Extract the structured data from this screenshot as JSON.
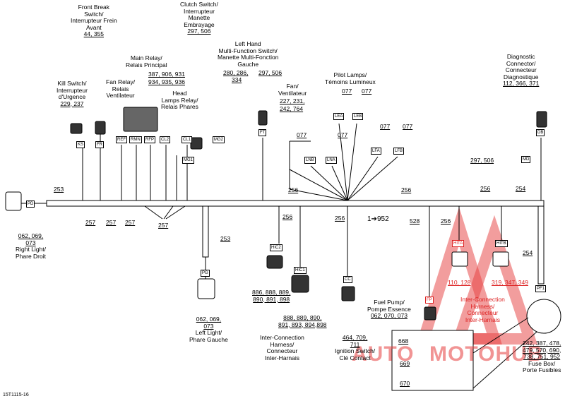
{
  "figure_id": "15T1115-16",
  "watermark": {
    "a": "AUTO",
    "b": "MOTOHUB"
  },
  "arrow_ref": "1➔952",
  "labels": {
    "front_brake": [
      "Front Break",
      "Switch/",
      "Interrupteur Frein",
      "Avant"
    ],
    "front_brake_num": "44, 355",
    "clutch": [
      "Clutch Switch/",
      "Interrupteur",
      "Manette",
      "Embrayage"
    ],
    "clutch_num": "297, 506",
    "left_hand": [
      "Left Hand",
      "Multi-Function Switch/",
      "Manette Multi-Fonction",
      "Gauche"
    ],
    "left_hand_num_a": "280, 286,",
    "left_hand_num_b": "334",
    "left_hand_num_c": "297, 506",
    "main_relay": [
      "Main Relay/",
      "Relais Principal"
    ],
    "main_relay_num_a": "387, 906, 931",
    "main_relay_num_b": "934, 935, 936",
    "fan_relay": [
      "Fan Relay/",
      "Relais",
      "Ventilateur"
    ],
    "head_relay": [
      "Head",
      "Lamps Relay/",
      "Relais Phares"
    ],
    "kill": [
      "Kill Switch/",
      "Interrupteur",
      "d'Urgence"
    ],
    "kill_num": "229, 237",
    "fan": [
      "Fan/",
      "Ventilateur"
    ],
    "fan_num_a": "227, 231,",
    "fan_num_b": "242, 764",
    "pilot": [
      "Pilot Lamps/",
      "Témoins Lumineux"
    ],
    "diag": [
      "Diagnostic",
      "Connector/",
      "Connecteur",
      "Diagnostique"
    ],
    "diag_num": "112, 366, 371",
    "md_num": "297, 506",
    "right_light": [
      "Right Light/",
      "Phare Droit"
    ],
    "right_light_num_a": "062, 069,",
    "right_light_num_b": "073",
    "left_light": [
      "Left Light/",
      "Phare Gauche"
    ],
    "left_light_num_a": "062, 069,",
    "left_light_num_b": "073",
    "hic2_num_a": "886, 888, 889,",
    "hic2_num_b": "890, 891, 898",
    "hic1_num_a": "888, 889, 890,",
    "hic1_num_b": "891, 893, 894,898",
    "inter1": [
      "Inter-Connection",
      "Harness/",
      "Connecteur",
      "Inter-Harnais"
    ],
    "ign_num_a": "464, 709,",
    "ign_num_b": "711",
    "ign": [
      "Ignition Switch/",
      "Clé Contact"
    ],
    "fuel": [
      "Fuel Pump/",
      "Pompe Essence"
    ],
    "fuel_num": "062, 070, 073",
    "inter2": [
      "Inter-Connection",
      "Harness/",
      "Connecteur",
      "Inter-Harnais"
    ],
    "hita_num": "110, 128",
    "hitb_num": "319, 347, 349",
    "fuse": [
      "Fuse Box/",
      "Porte Fusibles"
    ],
    "fuse_num_a": "242, 387, 478,",
    "fuse_num_b": "479, 570, 690,",
    "fuse_num_c": "738, 751, 952"
  },
  "connectors": {
    "PD": "PD",
    "KS": "KS",
    "FR": "FR",
    "REF": "REF",
    "RMN": "RMN",
    "RFP": "RFP",
    "CL2": "CL2",
    "CL1": "CL1",
    "MG1": "MG1",
    "MG2": "MG2",
    "FT": "FT",
    "LEA": "LEA",
    "LEB": "LEB",
    "LNB": "LNB",
    "LNA": "LNA",
    "LFA": "LFA",
    "LFB": "LFB",
    "DB": "DB",
    "MD": "MD",
    "PG": "PG",
    "HIC2": "HIC2",
    "HIC1": "HIC1",
    "CC": "CC",
    "FP": "FP",
    "HITA": "HITA",
    "HITB": "HITB",
    "PF1": "PF1"
  },
  "numbers": {
    "n253a": "253",
    "n257a": "257",
    "n257b": "257",
    "n257c": "257",
    "n257d": "257",
    "n253b": "253",
    "n256a": "256",
    "n256b": "256",
    "n256c": "256",
    "n256d": "256",
    "n256e": "256",
    "n256f": "256",
    "n528": "528",
    "n254a": "254",
    "n254b": "254",
    "n077a": "077",
    "n077b": "077",
    "n077c": "077",
    "n077d": "077",
    "n077e": "077",
    "n077f": "077",
    "n668": "668",
    "n669": "669",
    "n670": "670"
  }
}
